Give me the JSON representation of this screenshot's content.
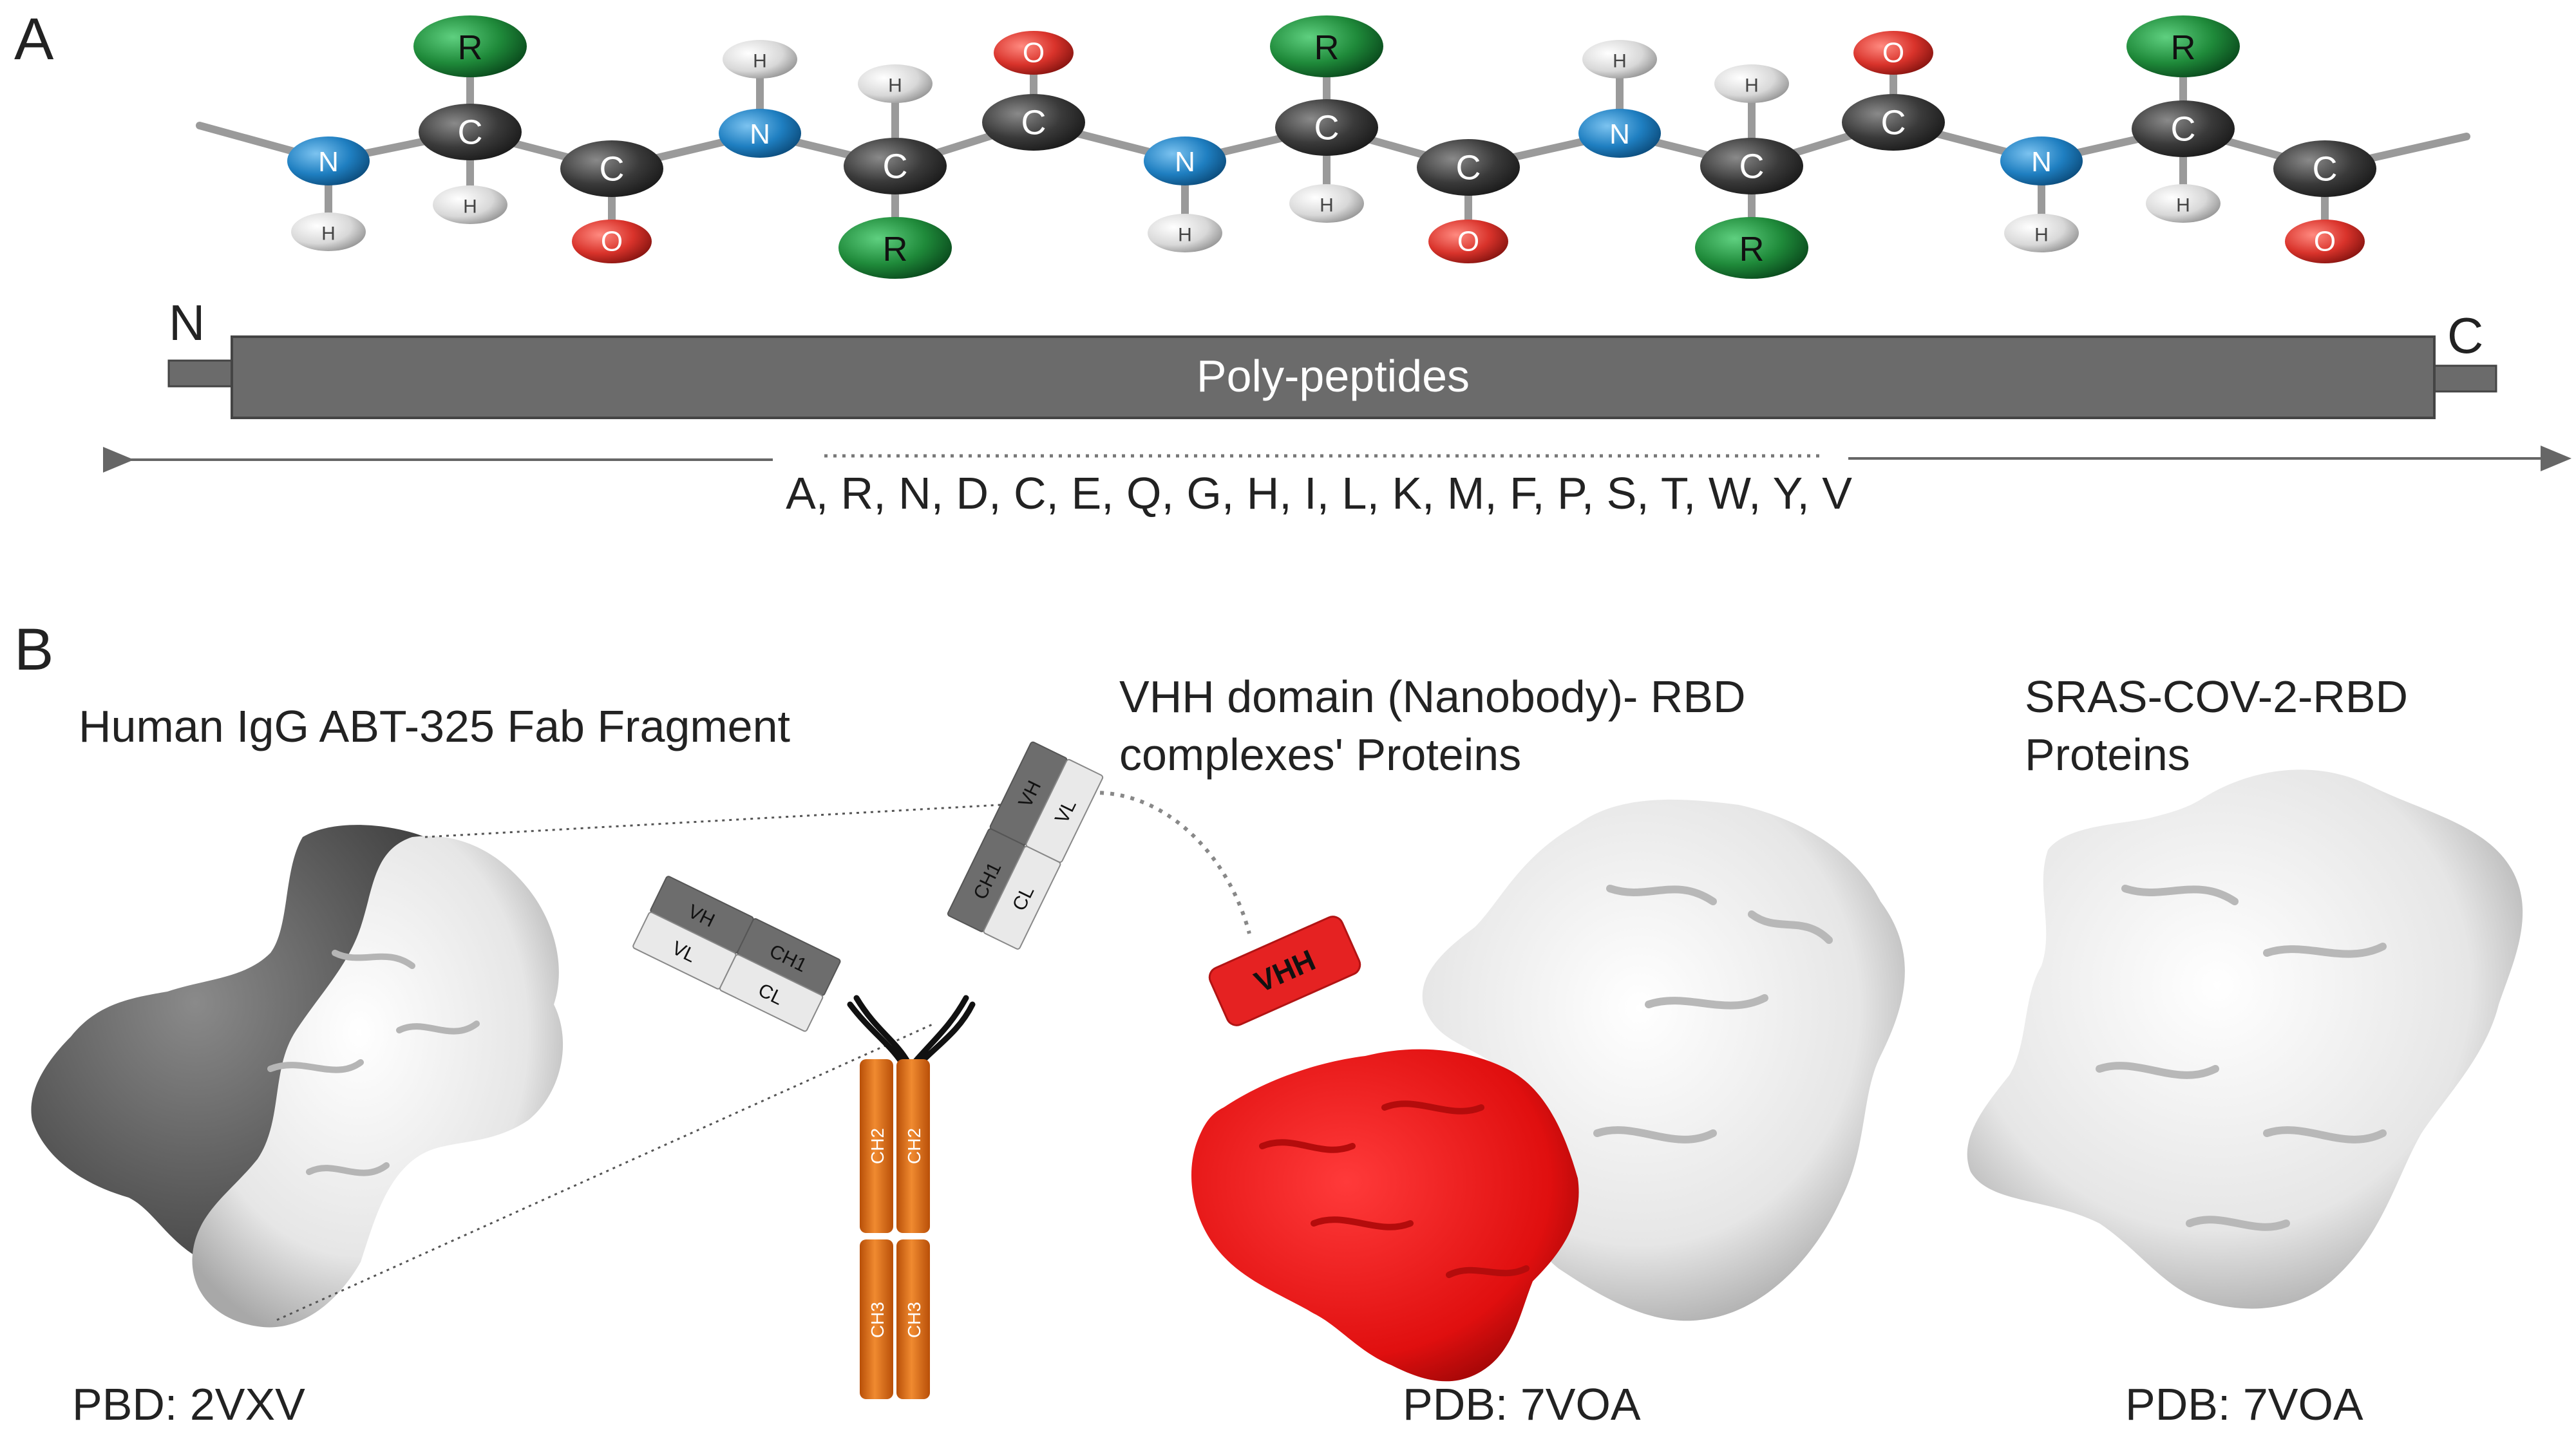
{
  "panel_a": {
    "label": "A",
    "atoms": {
      "carbon": "C",
      "nitrogen": "N",
      "oxygen": "O",
      "hydrogen": "H",
      "side_chain": "R"
    },
    "bar_label": "Poly-peptides",
    "n_terminus": "N",
    "c_terminus": "C",
    "amino_acids": "A, R, N, D, C, E, Q, G, H, I, L, K, M, F, P, S, T, W, Y, V"
  },
  "panel_b": {
    "label": "B",
    "fab_title": "Human IgG ABT-325 Fab Fragment",
    "fab_pdb": "PBD: 2VXV",
    "vhh_title_line1": "VHH domain (Nanobody)- RBD",
    "vhh_title_line2": "complexes' Proteins",
    "vhh_pdb": "PDB: 7VOA",
    "rbd_title_line1": "SRAS-COV-2-RBD",
    "rbd_title_line2": "Proteins",
    "rbd_pdb": "PDB: 7VOA",
    "antibody_domains": {
      "vh": "VH",
      "vl": "VL",
      "ch1": "CH1",
      "cl": "CL",
      "ch2": "CH2",
      "ch3": "CH3"
    },
    "vhh_tag": "VHH"
  },
  "colors": {
    "carbon": "#3a3a3a",
    "nitrogen": "#1f7fc1",
    "oxygen": "#d9332b",
    "hydrogen": "#d8d8d8",
    "side_chain": "#1f8a3a",
    "bar": "#6b6b6b",
    "antibody_fc": "#e8731a",
    "nanobody": "#e01b1b"
  }
}
